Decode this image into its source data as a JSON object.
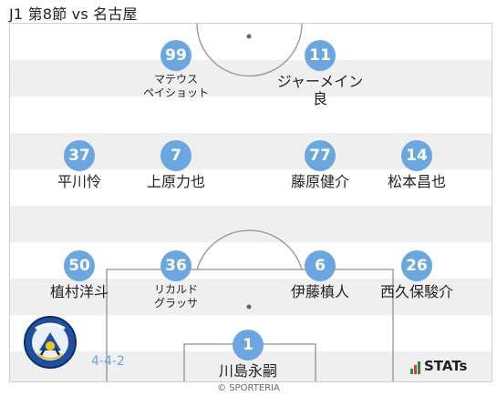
{
  "header": {
    "title": "J1 第8節 vs 名古屋"
  },
  "formation": "4-4-2",
  "copyright": "© SPORTERIA",
  "stats_logo": "STATs",
  "players": [
    {
      "number": "99",
      "name": "マテウス\nペイショット",
      "small": true
    },
    {
      "number": "11",
      "name": "ジャーメイン\n良"
    },
    {
      "number": "37",
      "name": "平川怜"
    },
    {
      "number": "7",
      "name": "上原力也"
    },
    {
      "number": "77",
      "name": "藤原健介"
    },
    {
      "number": "14",
      "name": "松本昌也"
    },
    {
      "number": "50",
      "name": "植村洋斗"
    },
    {
      "number": "36",
      "name": "リカルド\nグラッサ",
      "small": true
    },
    {
      "number": "6",
      "name": "伊藤槙人"
    },
    {
      "number": "26",
      "name": "西久保駿介"
    },
    {
      "number": "1",
      "name": "川島永嗣"
    }
  ],
  "colors": {
    "accent": "#6aa7e0",
    "stripe": "#efefef"
  },
  "icons": {
    "crest": "team-crest-icon",
    "stats": "stats-bars-icon"
  }
}
